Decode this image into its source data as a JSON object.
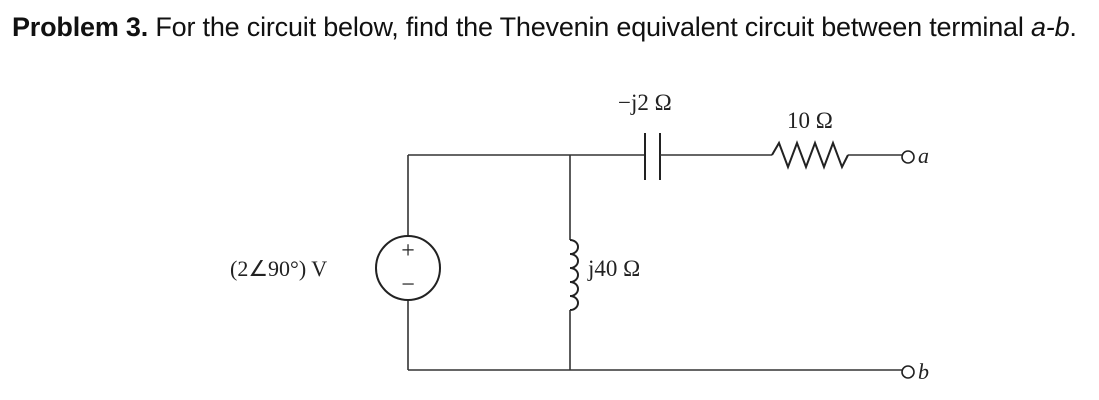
{
  "problem": {
    "label": "Problem 3.",
    "text_before": " For the circuit below, find the Thevenin equivalent circuit between terminal ",
    "terminal_a": "a",
    "dash": "-",
    "terminal_b": "b",
    "period": "."
  },
  "circuit": {
    "source_label": "(2∠90°) V",
    "source_plus": "+",
    "source_minus": "−",
    "capacitor_label": "−j2 Ω",
    "resistor_label": "10 Ω",
    "inductor_label": "j40 Ω",
    "terminal_a_label": "a",
    "terminal_b_label": "b"
  }
}
